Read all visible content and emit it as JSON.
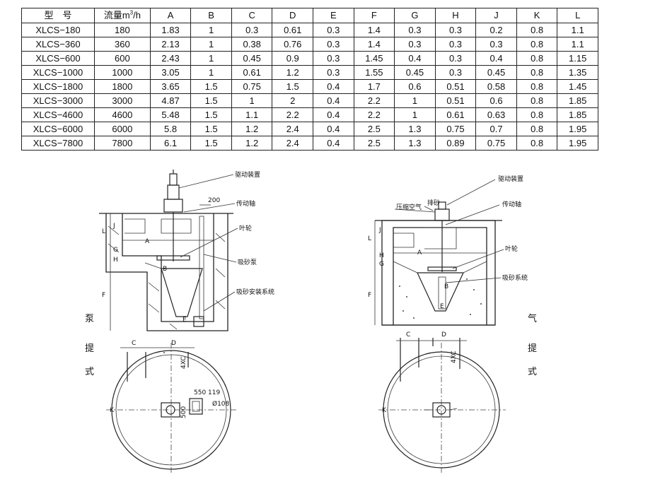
{
  "table": {
    "headers": [
      "型　号",
      "流量m",
      "3",
      "/h",
      "A",
      "B",
      "C",
      "D",
      "E",
      "F",
      "G",
      "H",
      "J",
      "K",
      "L"
    ],
    "rows": [
      [
        "XLCS−180",
        "180",
        "1.83",
        "1",
        "0.3",
        "0.61",
        "0.3",
        "1.4",
        "0.3",
        "0.3",
        "0.2",
        "0.8",
        "1.1"
      ],
      [
        "XLCS−360",
        "360",
        "2.13",
        "1",
        "0.38",
        "0.76",
        "0.3",
        "1.4",
        "0.3",
        "0.3",
        "0.3",
        "0.8",
        "1.1"
      ],
      [
        "XLCS−600",
        "600",
        "2.43",
        "1",
        "0.45",
        "0.9",
        "0.3",
        "1.45",
        "0.4",
        "0.3",
        "0.4",
        "0.8",
        "1.15"
      ],
      [
        "XLCS−1000",
        "1000",
        "3.05",
        "1",
        "0.61",
        "1.2",
        "0.3",
        "1.55",
        "0.45",
        "0.3",
        "0.45",
        "0.8",
        "1.35"
      ],
      [
        "XLCS−1800",
        "1800",
        "3.65",
        "1.5",
        "0.75",
        "1.5",
        "0.4",
        "1.7",
        "0.6",
        "0.51",
        "0.58",
        "0.8",
        "1.45"
      ],
      [
        "XLCS−3000",
        "3000",
        "4.87",
        "1.5",
        "1",
        "2",
        "0.4",
        "2.2",
        "1",
        "0.51",
        "0.6",
        "0.8",
        "1.85"
      ],
      [
        "XLCS−4600",
        "4600",
        "5.48",
        "1.5",
        "1.1",
        "2.2",
        "0.4",
        "2.2",
        "1",
        "0.61",
        "0.63",
        "0.8",
        "1.85"
      ],
      [
        "XLCS−6000",
        "6000",
        "5.8",
        "1.5",
        "1.2",
        "2.4",
        "0.4",
        "2.5",
        "1.3",
        "0.75",
        "0.7",
        "0.8",
        "1.95"
      ],
      [
        "XLCS−7800",
        "7800",
        "6.1",
        "1.5",
        "1.2",
        "2.4",
        "0.4",
        "2.5",
        "1.3",
        "0.89",
        "0.75",
        "0.8",
        "1.95"
      ]
    ]
  },
  "pump_drawing": {
    "callouts": [
      "驱动装置",
      "传动轴",
      "叶轮",
      "吸砂泵",
      "吸砂安装系统"
    ],
    "dim_200": "200",
    "dims_plan": [
      "550",
      "119",
      "Ø108",
      "500"
    ],
    "letters": [
      "A",
      "B",
      "E",
      "C",
      "D",
      "L",
      "J",
      "G",
      "H",
      "F",
      "K",
      "4XC"
    ],
    "vertical_title": [
      "泵",
      "提",
      "式"
    ]
  },
  "air_drawing": {
    "callouts": [
      "驱动装置",
      "压缩空气",
      "排砂",
      "传动轴",
      "叶轮",
      "吸砂系统"
    ],
    "letters": [
      "A",
      "B",
      "E",
      "C",
      "D",
      "L",
      "J",
      "G",
      "H",
      "F",
      "K",
      "4XC"
    ],
    "vertical_title": [
      "气",
      "提",
      "式"
    ]
  }
}
